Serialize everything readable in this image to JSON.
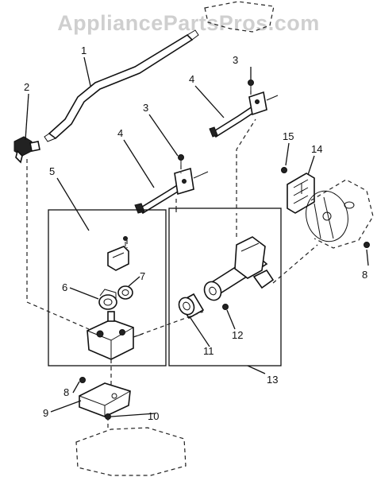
{
  "watermark": "AppliancePartsPros.com",
  "callouts": {
    "c1": "1",
    "c2": "2",
    "c3a": "3",
    "c3b": "3",
    "c4a": "4",
    "c4b": "4",
    "c5": "5",
    "c6": "6",
    "c7": "7",
    "c8a": "8",
    "c8b": "8",
    "c9": "9",
    "c10": "10",
    "c11": "11",
    "c12": "12",
    "c13": "13",
    "c14": "14",
    "c15": "15"
  }
}
